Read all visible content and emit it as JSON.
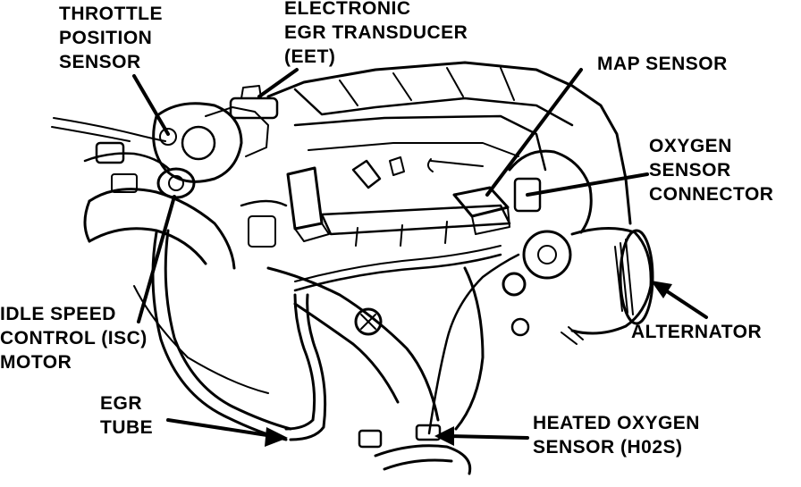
{
  "labels": {
    "throttle_position_sensor": [
      "THROTTLE",
      "POSITION",
      "SENSOR"
    ],
    "electronic_egr_transducer": [
      "ELECTRONIC",
      "EGR TRANSDUCER",
      "(EET)"
    ],
    "map_sensor": [
      "MAP SENSOR"
    ],
    "oxygen_sensor_connector": [
      "OXYGEN",
      "SENSOR",
      "CONNECTOR"
    ],
    "alternator": [
      "ALTERNATOR"
    ],
    "heated_oxygen_sensor": [
      "HEATED OXYGEN",
      "SENSOR (H02S)"
    ],
    "egr_tube": [
      "EGR",
      "TUBE"
    ],
    "idle_speed_control_motor": [
      "IDLE SPEED",
      "CONTROL (ISC)",
      "MOTOR"
    ]
  },
  "colors": {
    "ink": "#000000",
    "paper": "#ffffff"
  }
}
